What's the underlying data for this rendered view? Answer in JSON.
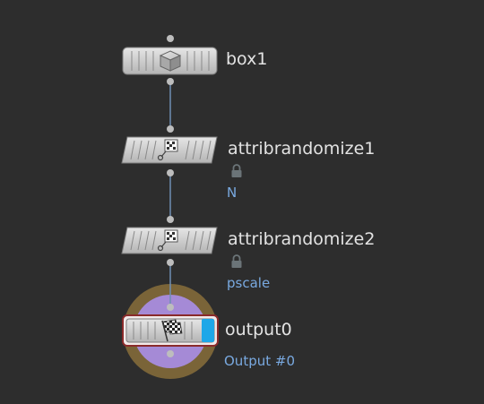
{
  "network": {
    "nodes": [
      {
        "id": "box1",
        "name": "box1",
        "icon": "box-icon",
        "locked": false,
        "sublabel": ""
      },
      {
        "id": "attribrandomize1",
        "name": "attribrandomize1",
        "icon": "attribrandomize-icon",
        "locked": true,
        "sublabel": "N"
      },
      {
        "id": "attribrandomize2",
        "name": "attribrandomize2",
        "icon": "attribrandomize-icon",
        "locked": true,
        "sublabel": "pscale"
      },
      {
        "id": "output0",
        "name": "output0",
        "icon": "checkered-flag-icon",
        "locked": false,
        "sublabel": "Output #0",
        "display_flag": true
      }
    ]
  },
  "colors": {
    "background": "#2d2d2d",
    "node_fill": "#c9c9c9",
    "wire": "#6f8fb5",
    "sublabel": "#79a9e0",
    "display_flag": "#1ea7e8",
    "output_ring_outer": "#7a6438",
    "output_ring_inner": "#a58ad6"
  }
}
